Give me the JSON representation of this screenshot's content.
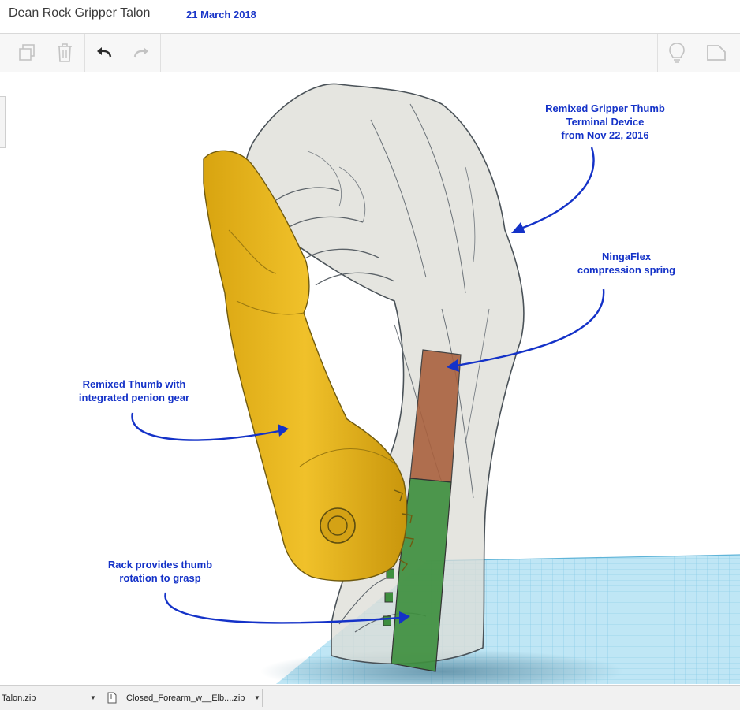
{
  "header": {
    "title": "Dean Rock Gripper Talon",
    "date": "21 March 2018"
  },
  "toolbar": {
    "buttons": [
      {
        "icon": "copy-icon"
      },
      {
        "icon": "trash-icon"
      },
      {
        "icon": "undo-icon"
      },
      {
        "icon": "redo-icon"
      },
      {
        "icon": "lightbulb-icon"
      },
      {
        "icon": "notes-icon"
      }
    ]
  },
  "annotations": {
    "gripper_thumb": [
      "Remixed Gripper Thumb",
      "Terminal Device",
      "from Nov 22, 2016"
    ],
    "spring": [
      "NingaFlex",
      "compression spring"
    ],
    "thumb_gear": [
      "Remixed Thumb with",
      "integrated penion gear"
    ],
    "rack": [
      "Rack provides thumb",
      "rotation to grasp"
    ]
  },
  "colors": {
    "annotation": "#1432c8",
    "thumb": "#e0b01a",
    "spring": "#a8603e",
    "rack": "#3f8f3f",
    "grid": "#a9dcef"
  },
  "downloads": {
    "items": [
      {
        "label": "Talon.zip"
      },
      {
        "label": "Closed_Forearm_w__Elb....zip"
      }
    ]
  }
}
